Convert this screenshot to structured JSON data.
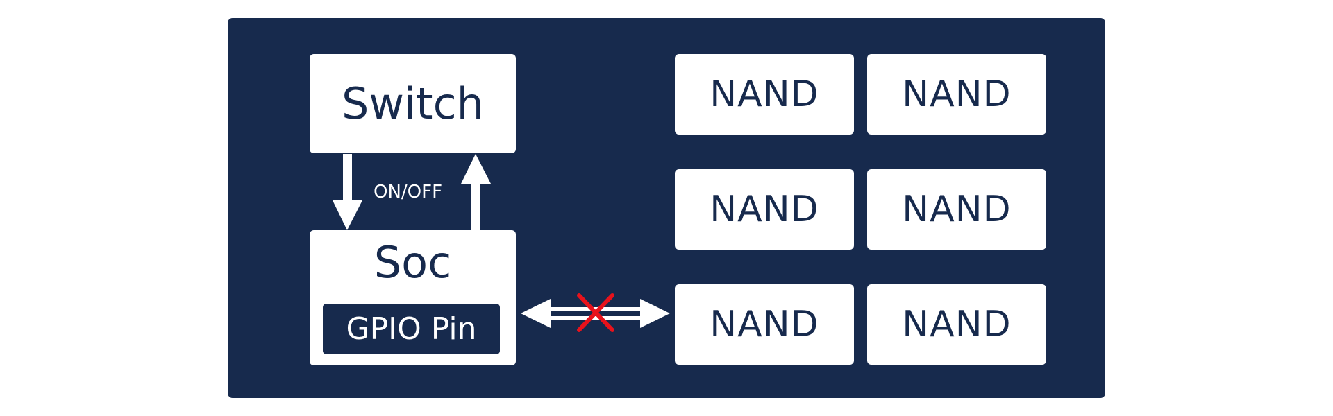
{
  "colors": {
    "panel": "#172a4d",
    "box": "#ffffff",
    "text_dark": "#172a4d",
    "text_light": "#ffffff",
    "blocked": "#e8121b"
  },
  "switch": {
    "label": "Switch"
  },
  "soc": {
    "label": "Soc",
    "gpio_label": "GPIO Pin"
  },
  "connection": {
    "label": "ON/OFF"
  },
  "nand": {
    "labels": [
      "NAND",
      "NAND",
      "NAND",
      "NAND",
      "NAND",
      "NAND"
    ]
  },
  "icons": {
    "down_arrow": "arrow-down-icon",
    "up_arrow": "arrow-up-icon",
    "bidirectional_arrow": "double-arrow-icon",
    "blocked_mark": "cross-icon"
  }
}
